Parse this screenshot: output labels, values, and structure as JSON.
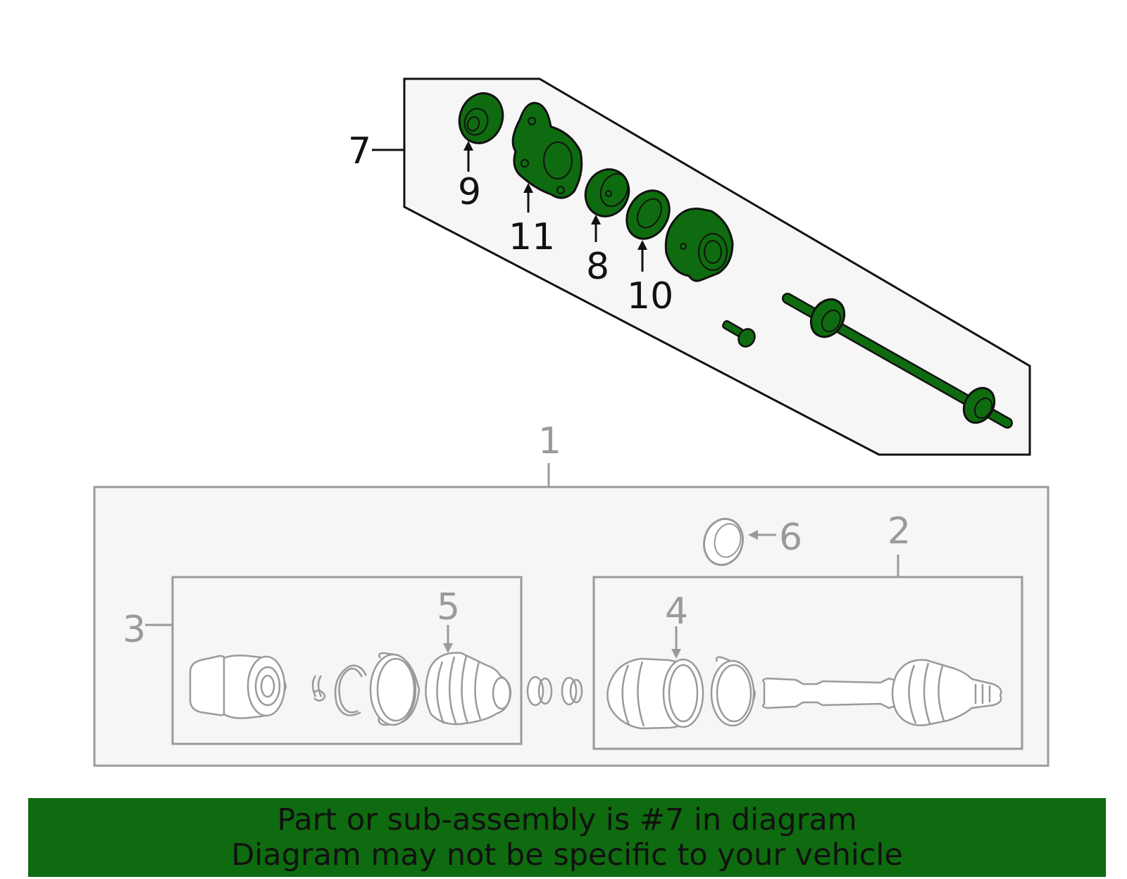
{
  "colors": {
    "highlight": "#0f6b0f",
    "banner": "#0f6b0f",
    "panel_fill": "#f6f6f6",
    "dark_stroke": "#111111",
    "gray_stroke": "#9a9a9a"
  },
  "callouts": {
    "c7": "7",
    "c9": "9",
    "c11": "11",
    "c8": "8",
    "c10": "10",
    "c1": "1",
    "c6": "6",
    "c2": "2",
    "c3": "3",
    "c5": "5",
    "c4": "4"
  },
  "banner": {
    "line1": "Part or sub-assembly is #7 in diagram",
    "line2": "Diagram may not be specific to your vehicle"
  }
}
